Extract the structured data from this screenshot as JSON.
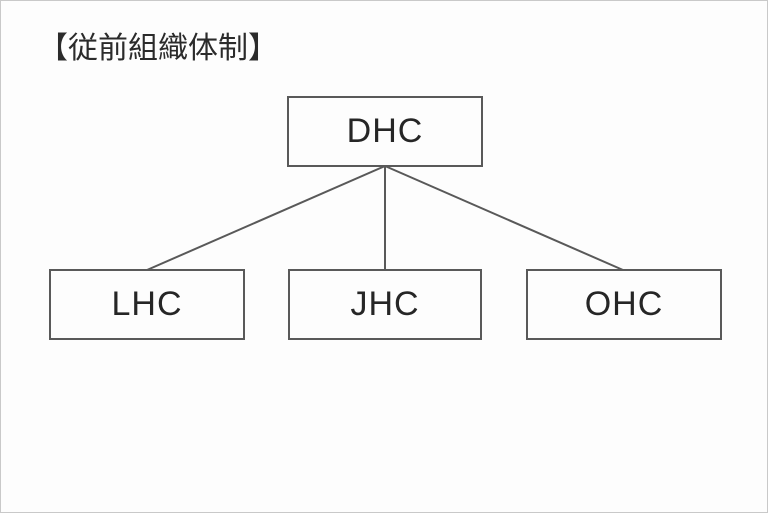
{
  "title": "【従前組織体制】",
  "org_chart": {
    "root": {
      "label": "DHC"
    },
    "children": [
      {
        "label": "LHC"
      },
      {
        "label": "JHC"
      },
      {
        "label": "OHC"
      }
    ]
  },
  "colors": {
    "background": "#fdfdfd",
    "page_border": "#c9c9c9",
    "box_border": "#595959",
    "box_fill": "#fdfdfd",
    "connector": "#595959",
    "text": "#262626",
    "title_text": "#2b2b2b"
  }
}
